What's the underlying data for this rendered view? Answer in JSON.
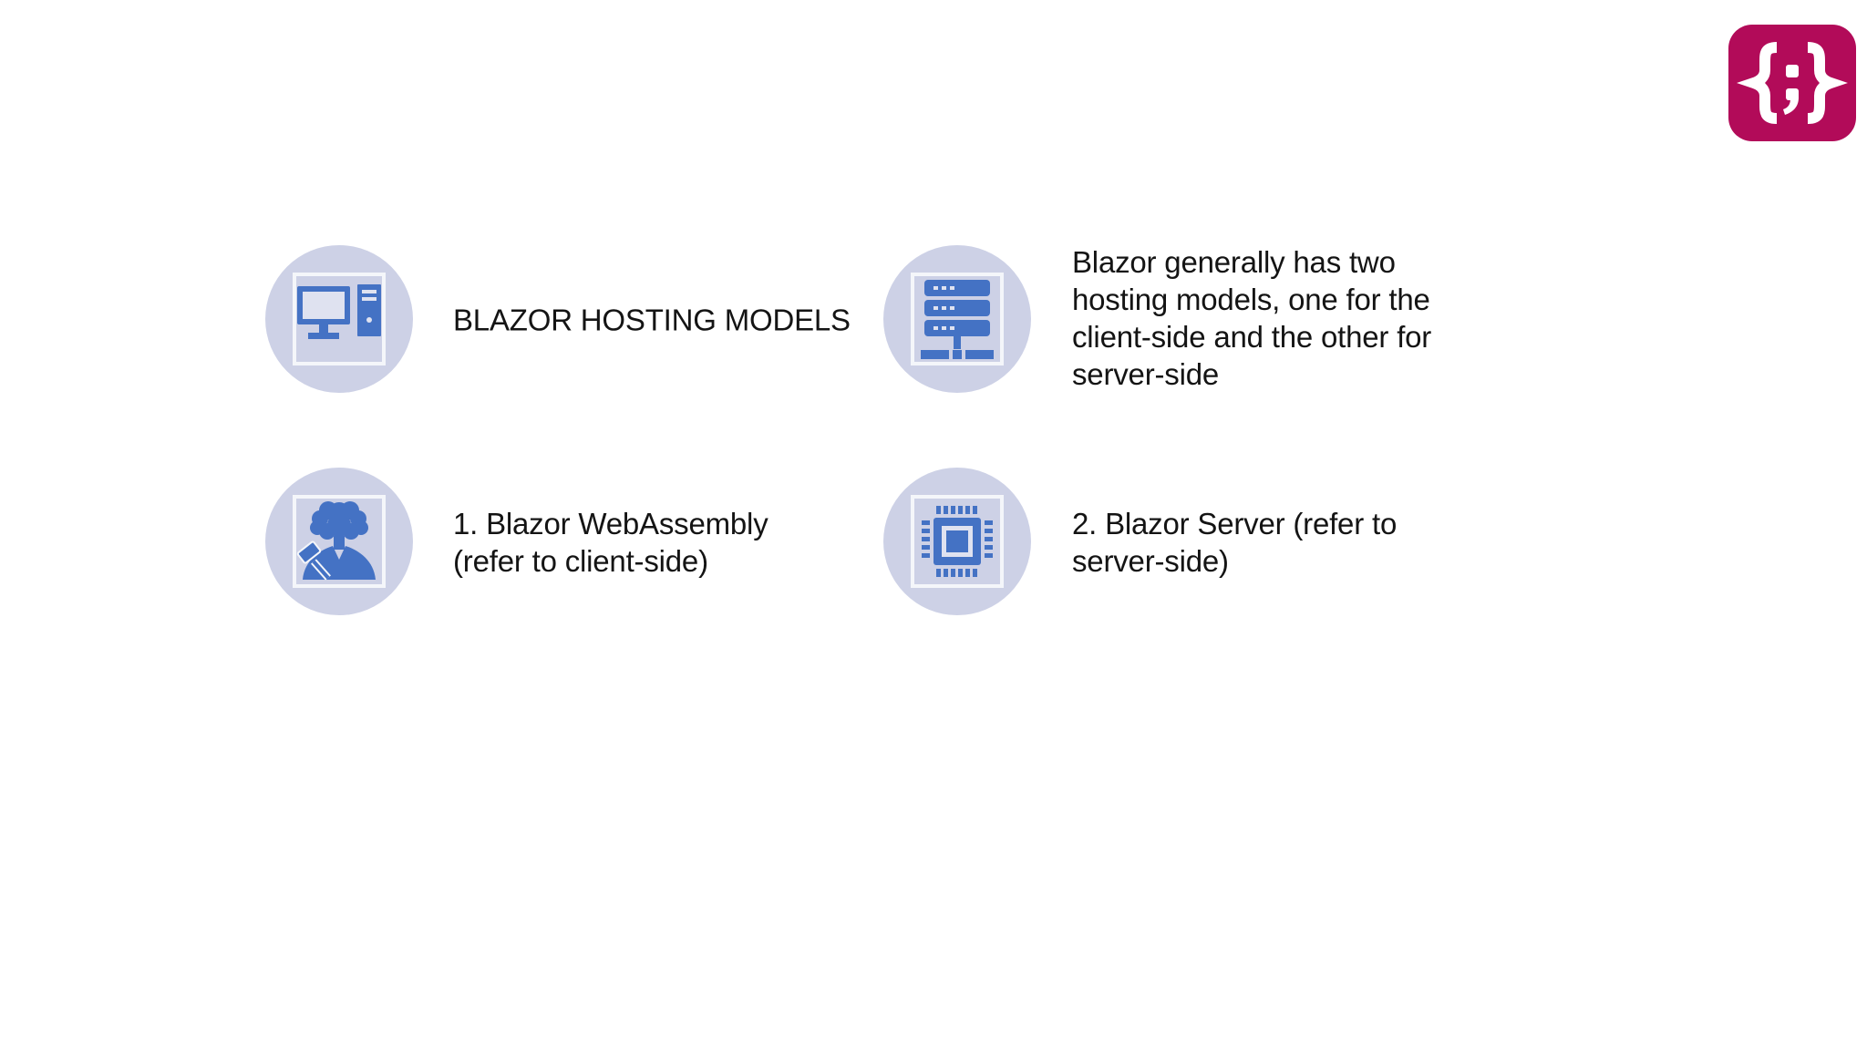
{
  "slide": {
    "background": "#ffffff",
    "text_color": "#141414"
  },
  "logo": {
    "glyph": "{;}",
    "background": "#b20b59",
    "glyph_color": "#ffffff"
  },
  "palette": {
    "icon_blue": "#4472c4",
    "circle_background": "#cdd1e6",
    "frame_white": "#f4f6fa"
  },
  "items": [
    {
      "icon": "desktop-computer",
      "text": "BLAZOR HOSTING MODELS"
    },
    {
      "icon": "server-rack",
      "text": "Blazor generally has two\nhosting models, one for the\nclient-side and the other for\nserver-side"
    },
    {
      "icon": "person-with-gavel",
      "text": "1. Blazor WebAssembly\n(refer to client-side)"
    },
    {
      "icon": "cpu-chip",
      "text": "2. Blazor Server (refer to\nserver-side)"
    }
  ]
}
